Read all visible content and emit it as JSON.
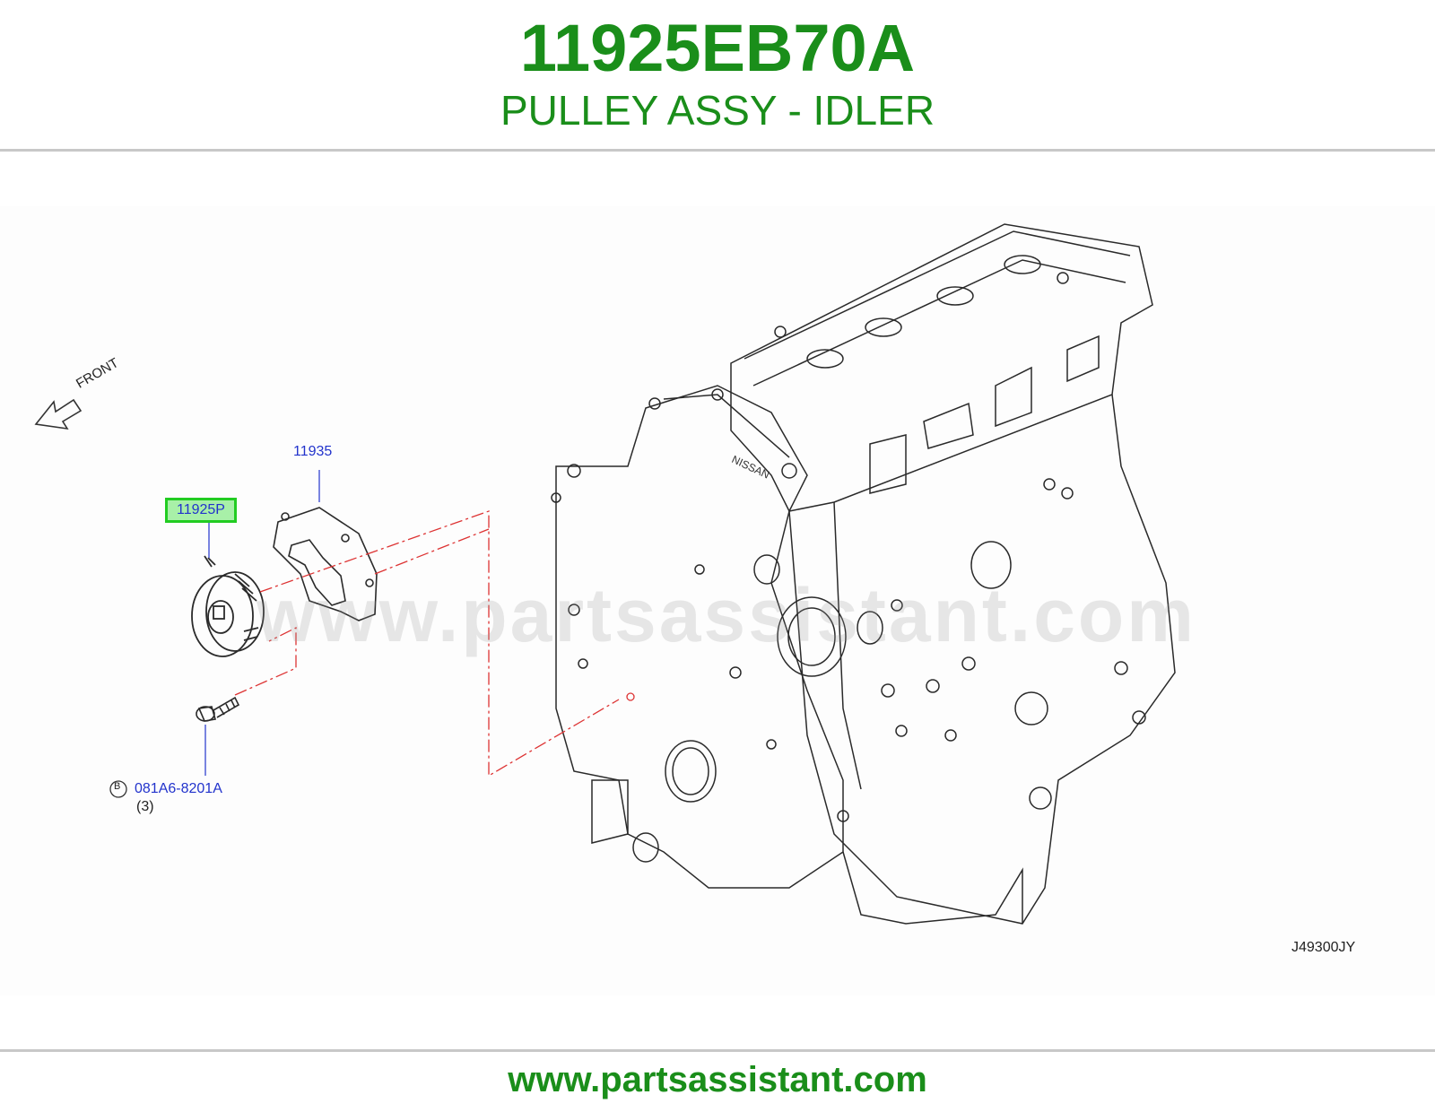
{
  "header": {
    "part_number": "11925EB70A",
    "part_name": "PULLEY ASSY - IDLER"
  },
  "diagram": {
    "front_label": "FRONT",
    "callouts": {
      "bracket": "11935",
      "pulley": "11925P",
      "bolt_circle_letter": "B",
      "bolt": "081A6-8201A",
      "bolt_qty": "(3)"
    },
    "engine_logo": "NISSAN",
    "figure_code": "J49300JY",
    "watermark": "www.partsassistant.com"
  },
  "footer": {
    "url": "www.partsassistant.com"
  },
  "colors": {
    "title_green": "#1a8e1a",
    "callout_blue": "#2233cc",
    "highlight_border": "#22cc22",
    "highlight_fill": "#a8f0a8",
    "leader_red": "#dd3333"
  }
}
